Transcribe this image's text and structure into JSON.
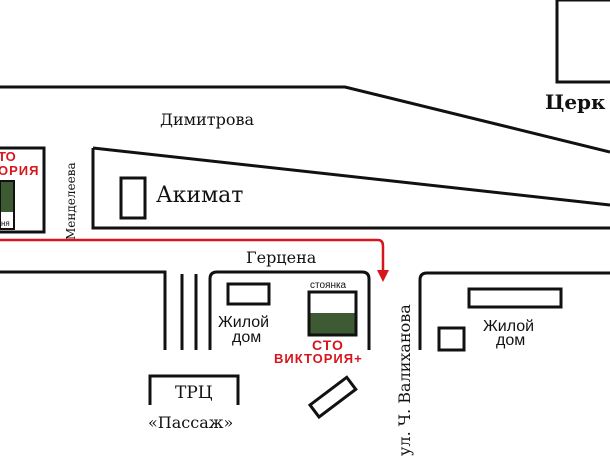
{
  "streets": {
    "dimitrova": "Димитрова",
    "mendeleeva": "Менделеева",
    "gertsena": "Герцена",
    "valikhanova": "ул. Ч. Валиханова"
  },
  "buildings": {
    "akimat": "Акимат",
    "church": "Церк",
    "residential_left_line1": "Жилой",
    "residential_left_line2": "дом",
    "residential_right_line1": "Жилой",
    "residential_right_line2": "дом",
    "trc_line1": "ТРЦ",
    "trc_line2": "«Пассаж»"
  },
  "markers": {
    "parking": "стоянка",
    "sto_line1": "СТО",
    "sto_line2": "ВИКТОРИЯ+",
    "left_sto_line1": "ТО",
    "left_sto_line2": "ОРИЯ",
    "left_small_label": "ня"
  },
  "colors": {
    "route": "#d8141c",
    "parking_fill": "#3d5a32",
    "lines": "#111111"
  }
}
